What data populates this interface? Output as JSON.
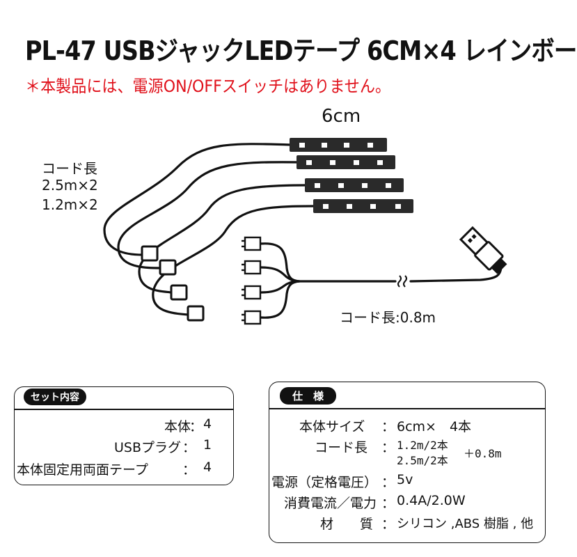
{
  "title": "PL-47 USBジャックLEDテープ 6CM×4 レインボー",
  "notice": "＊本製品には、電源ON/OFFスイッチはありません。",
  "diagram": {
    "length_label": "6cm",
    "cord_length_title": "コード長",
    "cord_length_1": "2.5m×2",
    "cord_length_2": "1.2m×2",
    "usb_cord_length": "コード長:0.8m"
  },
  "contents": {
    "tag": "セット内容",
    "items": [
      {
        "name": "本体",
        "sep": "：",
        "qty": "4"
      },
      {
        "name": "USBプラグ",
        "sep": "：",
        "qty": "1"
      },
      {
        "name": "本体固定用両面テープ",
        "sep": "：",
        "qty": "4"
      }
    ]
  },
  "specs": {
    "tag": "仕　様",
    "size_label": "本体サイズ",
    "size_value": "6cm×　4本",
    "cord_label": "コード長",
    "cord_value_1": "1.2m/2本",
    "cord_value_2": "2.5m/2本",
    "cord_plus": "＋0.8m",
    "power_label": "電源（定格電圧）",
    "power_value": "5v",
    "consumption_label": "消費電流／電力",
    "consumption_value": "0.4A/2.0W",
    "material_label": "材　　質",
    "material_value": "シリコン ,ABS 樹脂 , 他",
    "sep": "："
  },
  "colors": {
    "notice": "#e0101a",
    "ink": "#111111"
  }
}
